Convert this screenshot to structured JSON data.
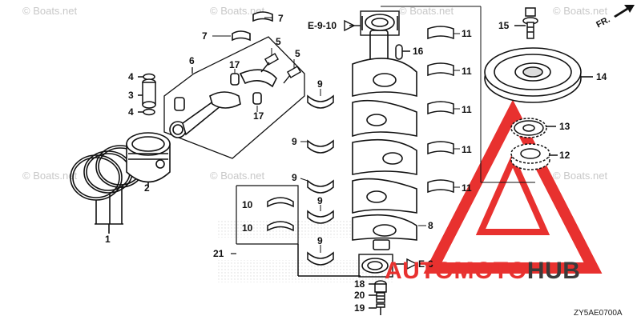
{
  "watermarks": [
    "© Boats.net",
    "© Boats.net",
    "© Boats.net",
    "© Boats.net",
    "© Boats.net",
    "© Boats.net",
    "© Boats.net"
  ],
  "refs": {
    "e_top": "E-9-10",
    "e_bottom": "E-3"
  },
  "direction_label": "FR.",
  "diagram_code": "ZY5AE0700A",
  "callouts": [
    "1",
    "2",
    "3",
    "4",
    "4",
    "5",
    "5",
    "6",
    "7",
    "7",
    "8",
    "9",
    "9",
    "9",
    "9",
    "9",
    "10",
    "10",
    "11",
    "11",
    "11",
    "11",
    "11",
    "12",
    "13",
    "14",
    "15",
    "16",
    "17",
    "17",
    "18",
    "19",
    "20",
    "21"
  ],
  "brand": {
    "part1": "AUTO",
    "part2": "MOTO",
    "part3": "HUB"
  },
  "colors": {
    "brand_red": "#e8312f",
    "brand_dark": "#3a3a3a",
    "line": "#111111",
    "watermark": "#c8c8c8"
  }
}
